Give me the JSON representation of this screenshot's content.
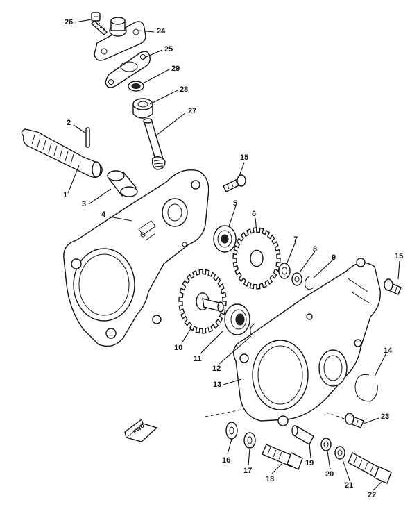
{
  "callouts": [
    {
      "id": "26",
      "text": "26"
    },
    {
      "id": "24",
      "text": "24"
    },
    {
      "id": "25",
      "text": "25"
    },
    {
      "id": "29",
      "text": "29"
    },
    {
      "id": "28",
      "text": "28"
    },
    {
      "id": "27",
      "text": "27"
    },
    {
      "id": "2",
      "text": "2"
    },
    {
      "id": "1",
      "text": "1"
    },
    {
      "id": "3",
      "text": "3"
    },
    {
      "id": "4",
      "text": "4"
    },
    {
      "id": "15a",
      "text": "15"
    },
    {
      "id": "5",
      "text": "5"
    },
    {
      "id": "6",
      "text": "6"
    },
    {
      "id": "7",
      "text": "7"
    },
    {
      "id": "8",
      "text": "8"
    },
    {
      "id": "9",
      "text": "9"
    },
    {
      "id": "15b",
      "text": "15"
    },
    {
      "id": "10",
      "text": "10"
    },
    {
      "id": "11",
      "text": "11"
    },
    {
      "id": "12",
      "text": "12"
    },
    {
      "id": "14",
      "text": "14"
    },
    {
      "id": "13",
      "text": "13"
    },
    {
      "id": "23",
      "text": "23"
    },
    {
      "id": "16",
      "text": "16"
    },
    {
      "id": "17",
      "text": "17"
    },
    {
      "id": "18",
      "text": "18"
    },
    {
      "id": "19",
      "text": "19"
    },
    {
      "id": "20",
      "text": "20"
    },
    {
      "id": "21",
      "text": "21"
    },
    {
      "id": "22",
      "text": "22"
    }
  ],
  "direction_marker": {
    "text": "FWD"
  },
  "colors": {
    "ink": "#111111",
    "paper": "#ffffff"
  }
}
